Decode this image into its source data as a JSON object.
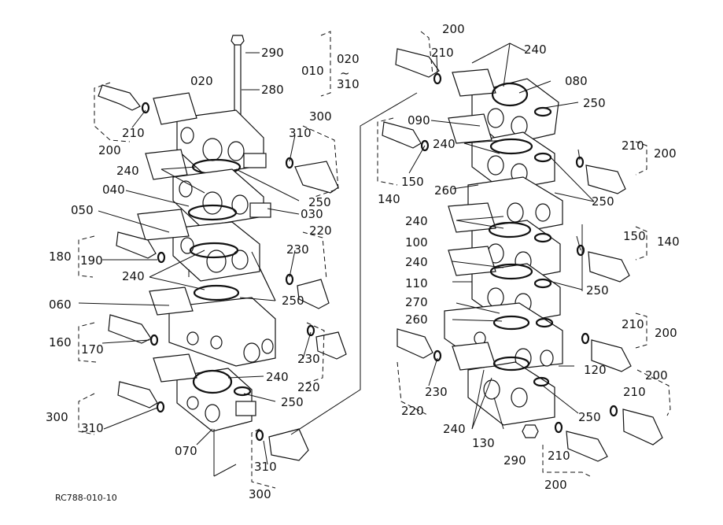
{
  "labels": {
    "l290a": "290",
    "l280": "280",
    "l020a": "020",
    "l010": "010",
    "l020b": "020",
    "l310range": "310",
    "l300a": "300",
    "l310a": "310",
    "l210a": "210",
    "l200a": "200",
    "l240a": "240",
    "l040": "040",
    "l250a": "250",
    "l030": "030",
    "l050": "050",
    "l220a": "220",
    "l230a": "230",
    "l180": "180",
    "l190": "190",
    "l240b": "240",
    "l250b": "250",
    "l060": "060",
    "l160": "160",
    "l170": "170",
    "l230b": "230",
    "l220b": "220",
    "l240c": "240",
    "l250c": "250",
    "l300b": "300",
    "l310b": "310",
    "l070": "070",
    "l310c": "310",
    "l300c": "300",
    "r200a": "200",
    "r210a": "210",
    "r240a": "240",
    "r080": "080",
    "r250a": "250",
    "r090": "090",
    "r240b": "240",
    "r210b": "210",
    "r200b": "200",
    "r150a": "150",
    "r140a": "140",
    "r260a": "260",
    "r250b": "250",
    "r240c": "240",
    "r150b": "150",
    "r140b": "140",
    "r100": "100",
    "r240d": "240",
    "r110": "110",
    "r250c": "250",
    "r270": "270",
    "r260b": "260",
    "r210c": "210",
    "r200c": "200",
    "r120": "120",
    "r230": "230",
    "r220": "220",
    "r200d": "200",
    "r210d": "210",
    "r250d": "250",
    "r240e": "240",
    "r130": "130",
    "r290": "290",
    "r210e": "210",
    "r200e": "200"
  },
  "tilde": "~",
  "drawing_code": "RC788-010-10"
}
